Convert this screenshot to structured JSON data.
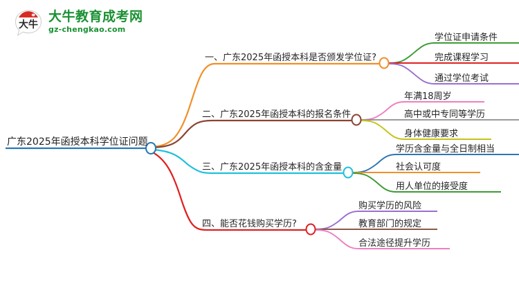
{
  "logo": {
    "mark_alt": "daniu-logo-icon",
    "mark_text": "大牛",
    "cn_name": "大牛教育成考网",
    "url_text": "gz-chengkao.com",
    "brand_color": "#1a9033",
    "mark_accent_color": "#d62b23"
  },
  "mindmap": {
    "root": {
      "label": "广东2025年函授本科学位证问题",
      "color": "#2878b5"
    },
    "branches": [
      {
        "label": "一、广东2025年函授本科是否颁发学位证?",
        "color": "#f18f28",
        "children": [
          {
            "label": "学位证申请条件",
            "color": "#3d9a35"
          },
          {
            "label": "完成课程学习",
            "color": "#e02020"
          },
          {
            "label": "通过学位考试",
            "color": "#9a6fd0"
          }
        ]
      },
      {
        "label": "二、广东2025年函授本科的报名条件",
        "color": "#8a4432",
        "children": [
          {
            "label": "年满18周岁",
            "color": "#ee7fc0"
          },
          {
            "label": "高中或中专同等学历",
            "color": "#8c8c8c"
          },
          {
            "label": "身体健康要求",
            "color": "#c3c417"
          }
        ]
      },
      {
        "label": "三、广东2025年函授本科的含金量",
        "color": "#1fc0dd",
        "children": [
          {
            "label": "学历含金量与全日制相当",
            "color": "#2e75b6"
          },
          {
            "label": "社会认可度",
            "color": "#f18f28"
          },
          {
            "label": "用人单位的接受度",
            "color": "#3d9a35"
          }
        ]
      },
      {
        "label": "四、能否花钱购买学历?",
        "color": "#e02020",
        "children": [
          {
            "label": "购买学历的风险",
            "color": "#9a6fd0"
          },
          {
            "label": "教育部门的规定",
            "color": "#8a5a4a"
          },
          {
            "label": "合法途径提升学历",
            "color": "#ee7fc0"
          }
        ]
      }
    ]
  }
}
